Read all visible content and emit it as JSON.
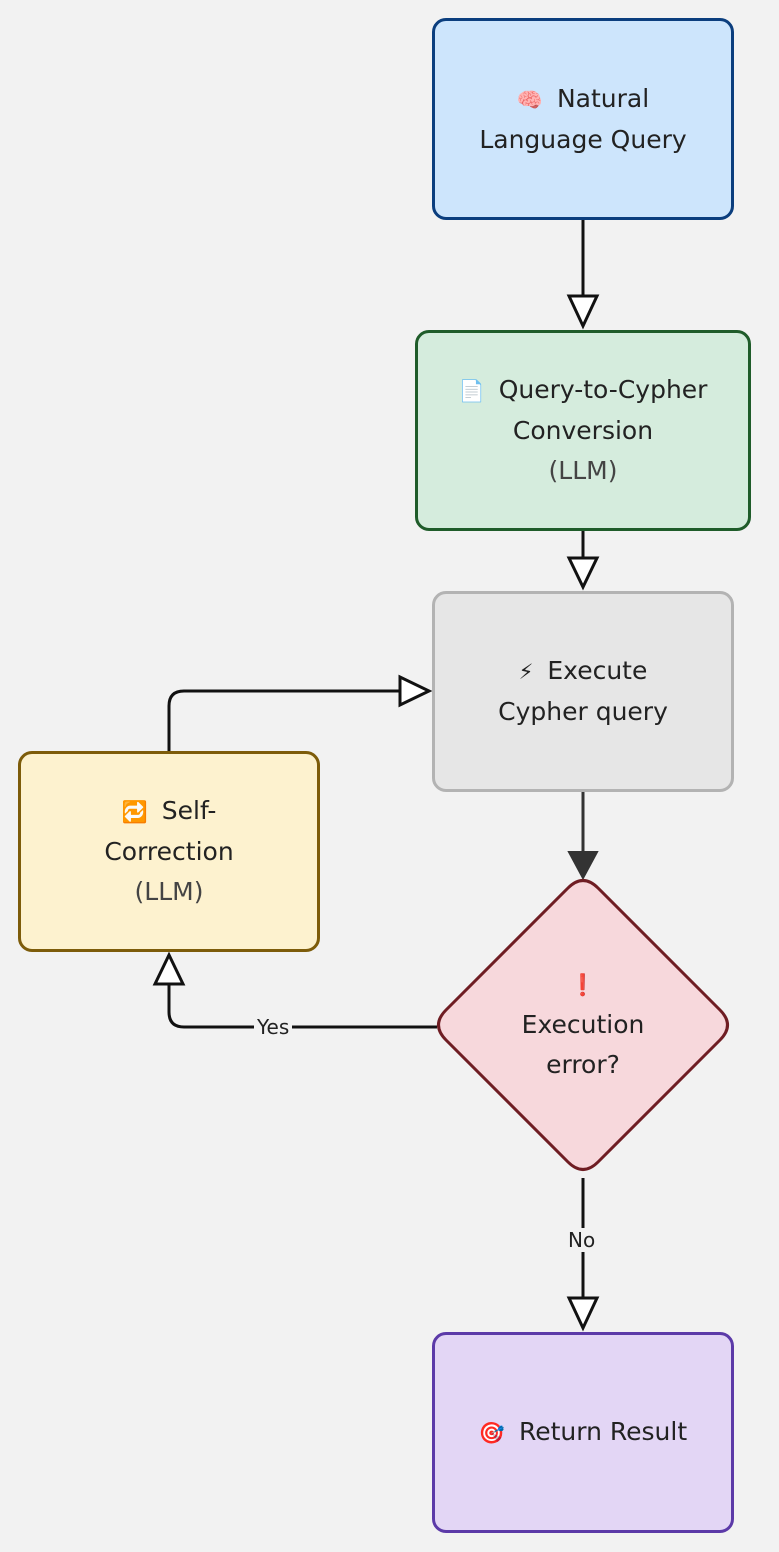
{
  "nodes": {
    "natural_language_query": {
      "icon": "brain-icon",
      "emoji": "🧠",
      "line1": "Natural",
      "line2": "Language Query",
      "fill": "#cde5fc",
      "stroke": "#0b3e7e"
    },
    "query_to_cypher": {
      "icon": "document-icon",
      "emoji": "📄",
      "line1": "Query-to-Cypher",
      "line2": "Conversion",
      "line3": "(LLM)",
      "fill": "#d5ecdd",
      "stroke": "#1f5c2a"
    },
    "execute_cypher": {
      "icon": "lightning-icon",
      "emoji": "⚡",
      "line1": "Execute",
      "line2": "Cypher query",
      "fill": "#e6e6e6",
      "stroke": "#b3b3b3"
    },
    "self_correction": {
      "icon": "repeat-icon",
      "emoji": "🔁",
      "line1": "Self-",
      "line2": "Correction",
      "line3": "(LLM)",
      "fill": "#fdf2cf",
      "stroke": "#7d5c0a"
    },
    "execution_error": {
      "icon": "exclamation-icon",
      "emoji": "❗",
      "line1": "Execution",
      "line2": "error?",
      "fill": "#f7d8dc",
      "stroke": "#6f1d23"
    },
    "return_result": {
      "icon": "target-icon",
      "emoji": "🎯",
      "line1": "Return Result",
      "fill": "#e3d6f5",
      "stroke": "#5c3aa8"
    }
  },
  "edges": {
    "yes_label": "Yes",
    "no_label": "No"
  }
}
